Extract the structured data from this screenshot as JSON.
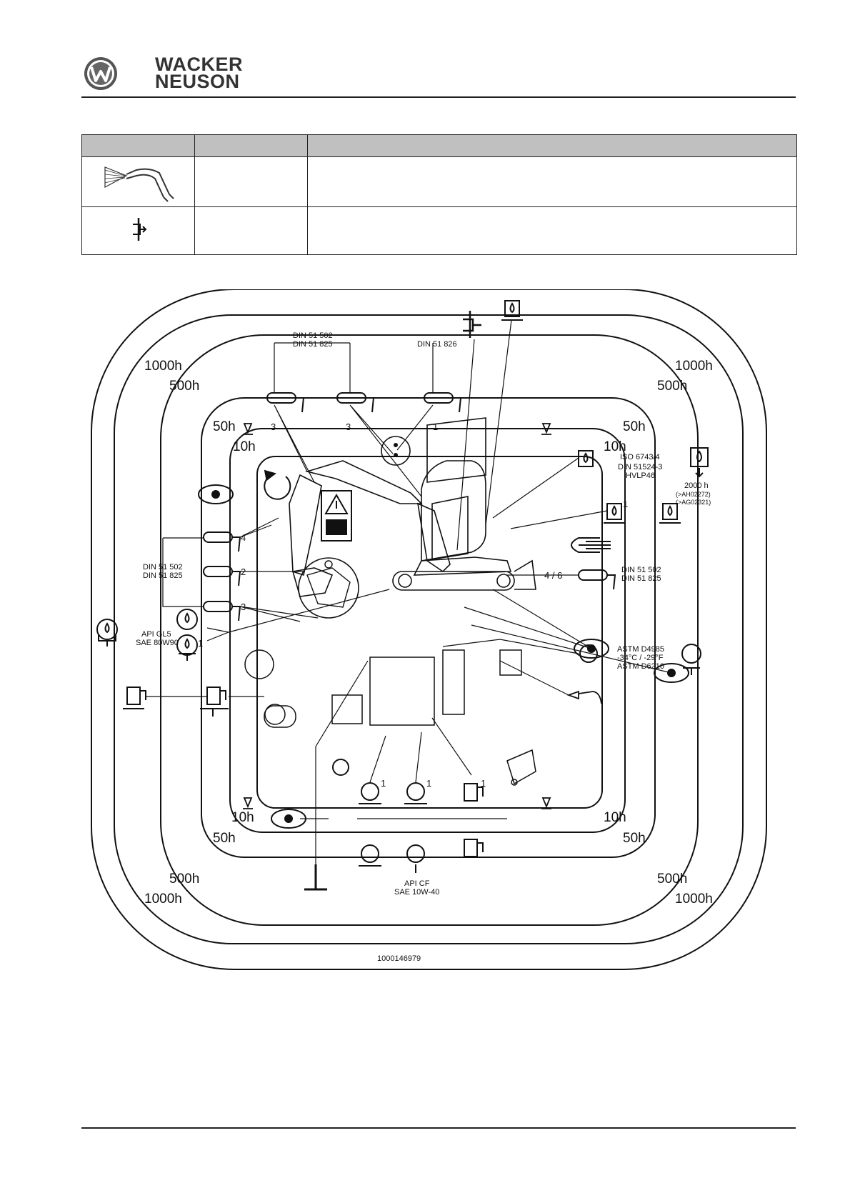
{
  "header": {
    "brand_line1": "WACKER",
    "brand_line2": "NEUSON"
  },
  "legend": {
    "rows": [
      {
        "icon": "pressure-washer-icon"
      },
      {
        "icon": "lubrication-point-icon"
      }
    ]
  },
  "diagram": {
    "intervals": {
      "h1000": "1000h",
      "h500": "500h",
      "h50": "50h",
      "h10": "10h",
      "h2000": "2000 h",
      "serial1": "(>AH02272)",
      "serial2": "(>AG02321)"
    },
    "specs": {
      "din51502": "DIN 51 502",
      "din51825": "DIN 51 825",
      "din51826": "DIN 51 826",
      "iso6743": "ISO 6743/4",
      "din51524": "DIN 51524-3",
      "hvlp46": "HVLP46",
      "apigl5": "API GL5",
      "sae80w90": "SAE 80W90",
      "astmd4985": "ASTM D4985",
      "temp": "-34°C / -29°F",
      "astmd6210": "ASTM D6210",
      "apicf": "API CF",
      "sae10w40": "SAE 10W-40"
    },
    "counts": {
      "n1": "1",
      "n2": "2",
      "n3": "3",
      "n4": "4",
      "n46": "4 / 6"
    },
    "figure_number": "1000146979"
  }
}
